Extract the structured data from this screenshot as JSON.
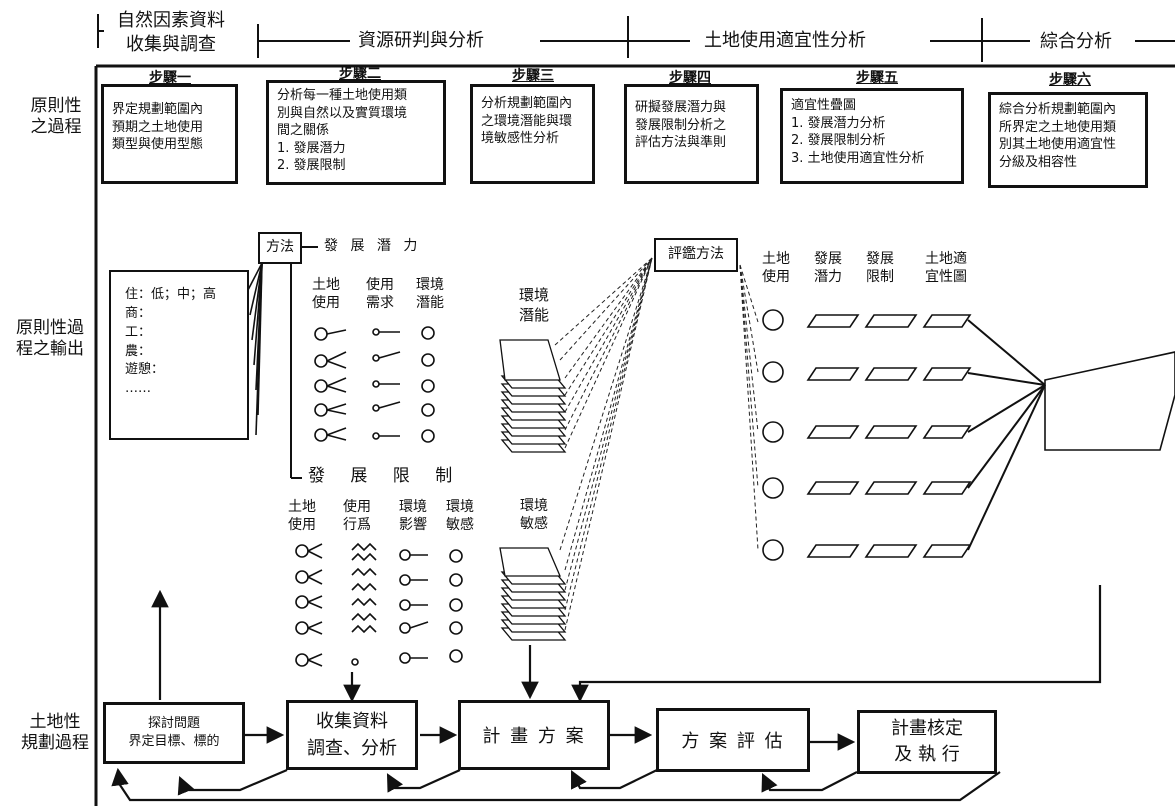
{
  "phases": {
    "p1_line1": "自然因素資料",
    "p1_line2": "收集與調查",
    "p2": "資源研判與分析",
    "p3": "土地使用適宜性分析",
    "p4": "綜合分析"
  },
  "row_labels": {
    "process_1": "原則性",
    "process_2": "之過程",
    "output_1": "原則性過",
    "output_2": "程之輸出",
    "planning_1": "土地性",
    "planning_2": "規劃過程"
  },
  "steps": [
    {
      "title": "步驟一",
      "lines": [
        "界定規劃範圍內",
        "預期之土地使用",
        "類型與使用型態"
      ]
    },
    {
      "title": "步驟二",
      "lines": [
        "分析每一種土地使用類",
        "別與自然以及實質環境",
        "間之關係",
        "1. 發展潛力",
        "2. 發展限制"
      ]
    },
    {
      "title": "步驟三",
      "lines": [
        "分析規劃範圍內",
        "之環境潛能與環",
        "境敏感性分析"
      ]
    },
    {
      "title": "步驟四",
      "lines": [
        "研擬發展潛力與",
        "發展限制分析之",
        "評估方法與準則"
      ]
    },
    {
      "title": "步驟五",
      "lines": [
        "適宜性疊圖",
        "1. 發展潛力分析",
        "2. 發展限制分析",
        "3. 土地使用適宜性分析"
      ]
    },
    {
      "title": "步驟六",
      "lines": [
        "綜合分析規劃範圍內",
        "所界定之土地使用類",
        "別其土地使用適宜性",
        "分級及相容性"
      ]
    }
  ],
  "landuse_list": [
    "住：低；中；高",
    "商：",
    "工：",
    "農：",
    "遊憩：",
    "……"
  ],
  "method": {
    "label": "方法",
    "potential": "發 展 潛 力",
    "constraint": "發 展 限 制",
    "pot_headers": [
      "土地\n使用",
      "使用\n需求",
      "環境\n潛能"
    ],
    "con_headers": [
      "土地\n使用",
      "使用\n行爲",
      "環境\n影響",
      "環境\n敏感"
    ]
  },
  "env": {
    "potential": "環境\n潛能",
    "sensitivity": "環境\n敏感"
  },
  "evaluation": {
    "label": "評鑑方法",
    "headers": [
      "土地\n使用",
      "發展\n潛力",
      "發展\n限制",
      "土地適\n宜性圖"
    ]
  },
  "process": {
    "box1": "探討問題\n界定目標、標的",
    "box2": "收集資料\n調查、分析",
    "box3": "計 畫 方 案",
    "box4": "方 案 評 估",
    "box5": "計畫核定\n及 執 行"
  }
}
